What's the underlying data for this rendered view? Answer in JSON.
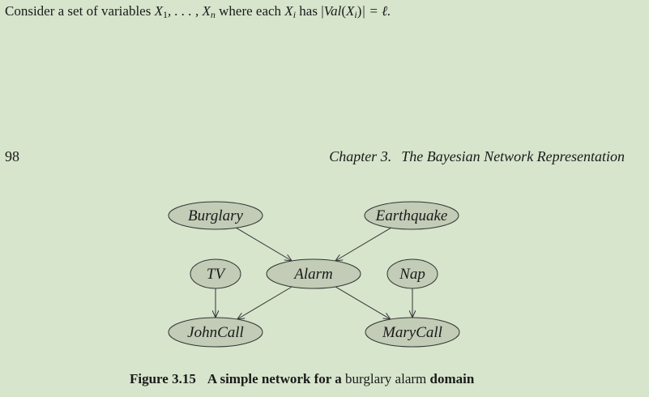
{
  "intro": {
    "prefix": "Consider a set of variables",
    "var": "X",
    "sub1": "1",
    "dots": ", . . . ,",
    "subn": "n",
    "where": "where each",
    "subi": "i",
    "has": "has",
    "val": "Val",
    "result": "| = ℓ."
  },
  "header": {
    "page_number": "98",
    "chapter": "Chapter 3.",
    "chapter_title": "The Bayesian Network Representation"
  },
  "figure": {
    "nodes": [
      {
        "id": "burglary",
        "label": "Burglary"
      },
      {
        "id": "earthquake",
        "label": "Earthquake"
      },
      {
        "id": "tv",
        "label": "TV"
      },
      {
        "id": "alarm",
        "label": "Alarm"
      },
      {
        "id": "nap",
        "label": "Nap"
      },
      {
        "id": "johncall",
        "label": "JohnCall"
      },
      {
        "id": "marycall",
        "label": "MaryCall"
      }
    ],
    "edges": [
      {
        "from": "burglary",
        "to": "alarm"
      },
      {
        "from": "earthquake",
        "to": "alarm"
      },
      {
        "from": "tv",
        "to": "johncall"
      },
      {
        "from": "alarm",
        "to": "johncall"
      },
      {
        "from": "alarm",
        "to": "marycall"
      },
      {
        "from": "nap",
        "to": "marycall"
      }
    ]
  },
  "caption": {
    "number": "Figure 3.15",
    "bold_part1": "A simple network for a",
    "plain_part": "burglary alarm",
    "bold_part2": "domain"
  }
}
